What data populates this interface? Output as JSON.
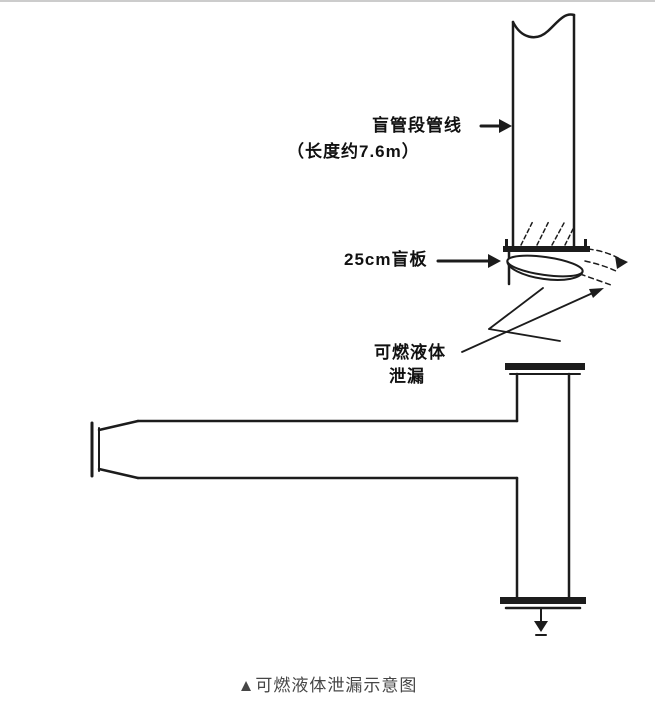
{
  "page": {
    "background_color": "#ffffff",
    "ink_color": "#1c1c1c",
    "caption_color": "#464646",
    "top_border_color": "#cccccc"
  },
  "labels": {
    "blind_pipe_line": "盲管段管线",
    "blind_pipe_length": "（长度约7.6m）",
    "blind_plate": "25cm盲板",
    "leak_line1": "可燃液体",
    "leak_line2": "泄漏"
  },
  "caption": "▲可燃液体泄漏示意图"
}
